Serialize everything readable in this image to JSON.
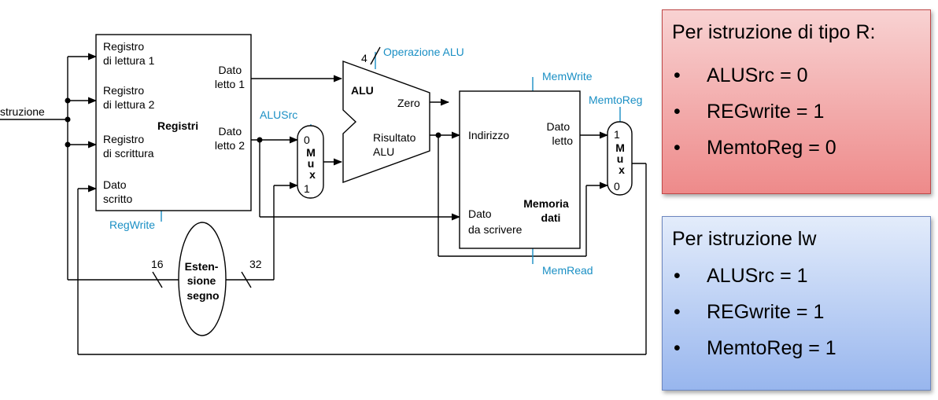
{
  "datapath": {
    "instruction_label": "struzione",
    "registers": {
      "title": "Registri",
      "read_reg1": [
        "Registro",
        "di lettura 1"
      ],
      "read_reg2": [
        "Registro",
        "di lettura 2"
      ],
      "write_reg": [
        "Registro",
        "di scrittura"
      ],
      "write_data": [
        "Dato",
        "scritto"
      ],
      "read_data1": [
        "Dato",
        "letto 1"
      ],
      "read_data2": [
        "Dato",
        "letto 2"
      ]
    },
    "reg_write": "RegWrite",
    "alu_src": "ALUSrc",
    "alu_op_width": "4",
    "alu_op": "Operazione ALU",
    "alu": {
      "title": "ALU",
      "zero": "Zero",
      "result": [
        "Risultato",
        "ALU"
      ]
    },
    "mux_alusrc": {
      "in0": "0",
      "in1": "1",
      "letters": [
        "M",
        "u",
        "x"
      ]
    },
    "mem_write": "MemWrite",
    "mem_read": "MemRead",
    "mem_to_reg": "MemtoReg",
    "memory": {
      "title": [
        "Memoria",
        "dati"
      ],
      "address": "Indirizzo",
      "read_data": [
        "Dato",
        "letto"
      ],
      "write_data": [
        "Dato",
        "da scrivere"
      ]
    },
    "mux_memtoreg": {
      "in1": "1",
      "in0": "0",
      "letters": [
        "M",
        "u",
        "x"
      ]
    },
    "sign_extend": {
      "title": [
        "Esten-",
        "sione",
        "segno"
      ],
      "in_width": "16",
      "out_width": "32"
    }
  },
  "panel_r": {
    "title": "Per istruzione di tipo R:",
    "items": [
      "ALUSrc = 0",
      "REGwrite = 1",
      "MemtoReg = 0"
    ]
  },
  "panel_lw": {
    "title": "Per istruzione lw",
    "items": [
      "ALUSrc = 1",
      "REGwrite = 1",
      "MemtoReg = 1"
    ]
  },
  "colors": {
    "control_signal": "#1a8fc4",
    "panel_r": "#ee8a8a",
    "panel_lw": "#98b6ee"
  }
}
